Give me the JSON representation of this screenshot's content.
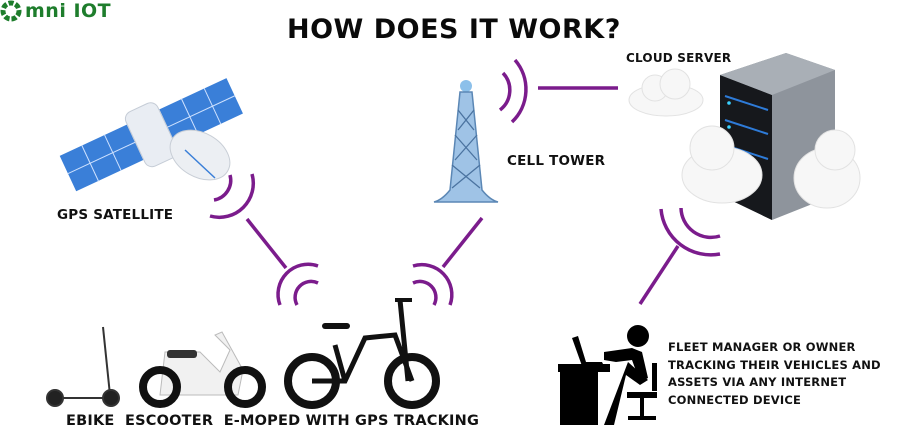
{
  "brand": {
    "logo_text": "mni IOT",
    "logo_icon": "aperture-o-icon",
    "color": "#1e7d2c"
  },
  "title": "HOW DOES IT WORK?",
  "nodes": {
    "satellite": {
      "label": "GPS SATELLITE",
      "icon": "satellite-icon"
    },
    "tower": {
      "label": "CELL TOWER",
      "icon": "cell-tower-icon"
    },
    "cloud": {
      "label": "CLOUD SERVER",
      "icon": "server-rack-icon"
    },
    "vehicles": {
      "label": "EBIKE  ESCOOTER  E-MOPED WITH GPS TRACKING",
      "icons": [
        "kick-scooter-icon",
        "moped-icon",
        "ebike-icon"
      ]
    },
    "manager": {
      "label": "FLEET MANAGER OR OWNER TRACKING THEIR VEHICLES AND ASSETS VIA ANY INTERNET CONNECTED DEVICE",
      "icon": "person-at-desk-icon"
    }
  },
  "colors": {
    "signal": "#7b1c8c",
    "text": "#111111"
  }
}
